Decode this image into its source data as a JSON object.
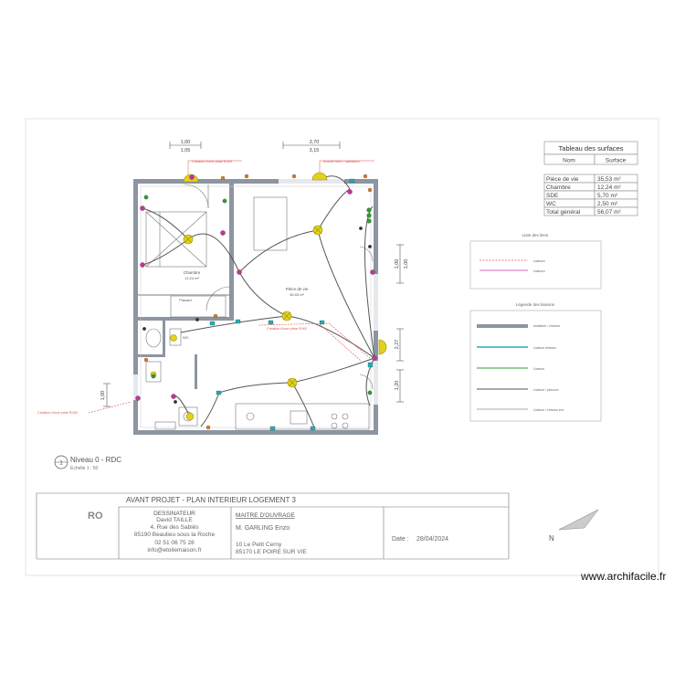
{
  "surfaces_table": {
    "title": "Tableau des surfaces",
    "col_name": "Nom",
    "col_surface": "Surface",
    "rows": [
      {
        "name": "Pièce de vie",
        "surface": "35,53 m²"
      },
      {
        "name": "Chambre",
        "surface": "12,24 m²"
      },
      {
        "name": "SDE",
        "surface": "5,70 m²"
      },
      {
        "name": "WC",
        "surface": "2,50 m²"
      },
      {
        "name": "Total général",
        "surface": "56,07 m²"
      }
    ]
  },
  "legend_top": {
    "title": "Liste des liens",
    "items": [
      "Liaison",
      "Liaison"
    ]
  },
  "legend_bottom": {
    "title": "Légende des liaisons",
    "items": [
      "Isolation / cloison",
      "Liaison réseau",
      "Liaison",
      "Liaison / pieuvre",
      "Liaison / réseau ext"
    ]
  },
  "dimensions": {
    "top_left": [
      "1,00",
      "1,05"
    ],
    "top_mid": [
      "3,70",
      "3,15"
    ],
    "right_top": [
      "1,00",
      "1,00"
    ],
    "right_mid": "2,27",
    "right_bottom": "1,20",
    "left": "1,00"
  },
  "annotations": {
    "top_1": "Création d'une prise RJ45",
    "top_2": "Arrivée fibre / opérateur",
    "mid": "Création d'une prise RJ45",
    "left": "Création d'une prise RJ45"
  },
  "rooms": {
    "chambre": [
      "Chambre",
      "12,24 m²"
    ],
    "placard": "Placard",
    "piece_vie": [
      "Pièce de vie",
      "35,53 m²"
    ],
    "wc": "WC"
  },
  "level": {
    "number": "1",
    "title": "Niveau 0 - RDC",
    "scale": "Echelle 1 : 50"
  },
  "cartouche": {
    "title": "AVANT PROJET - PLAN INTERIEUR LOGEMENT 3",
    "dessinateur_label": "DESSINATEUR",
    "dessinateur_lines": [
      "David TAILLE",
      "4, Rue des Sablés",
      "85190 Beaulieu sous la Roche",
      "02 51 06 75 28",
      "info@etoilemaison.fr"
    ],
    "maitre_label": "MAITRE D'OUVRAGE",
    "maitre_lines": [
      "M. GARLING Enzo",
      "10 Le Petit Cerny",
      "85170 LE POIRE SUR VIE"
    ],
    "date_label": "Date :",
    "date_value": "28/04/2024",
    "logo_text": "RO"
  },
  "north": {
    "label": "N"
  },
  "watermark": "www.archifacile.fr",
  "colors": {
    "wall": "#8c95a0",
    "wall_inner": "#c9ced4",
    "network": "#555555",
    "rj45_note": "#d9534f",
    "outlet_magenta": "#c2349b",
    "lamp_yellow": "#e2d21a",
    "outlet_cyan": "#1faeb8",
    "outlet_green": "#2e9b2e"
  }
}
